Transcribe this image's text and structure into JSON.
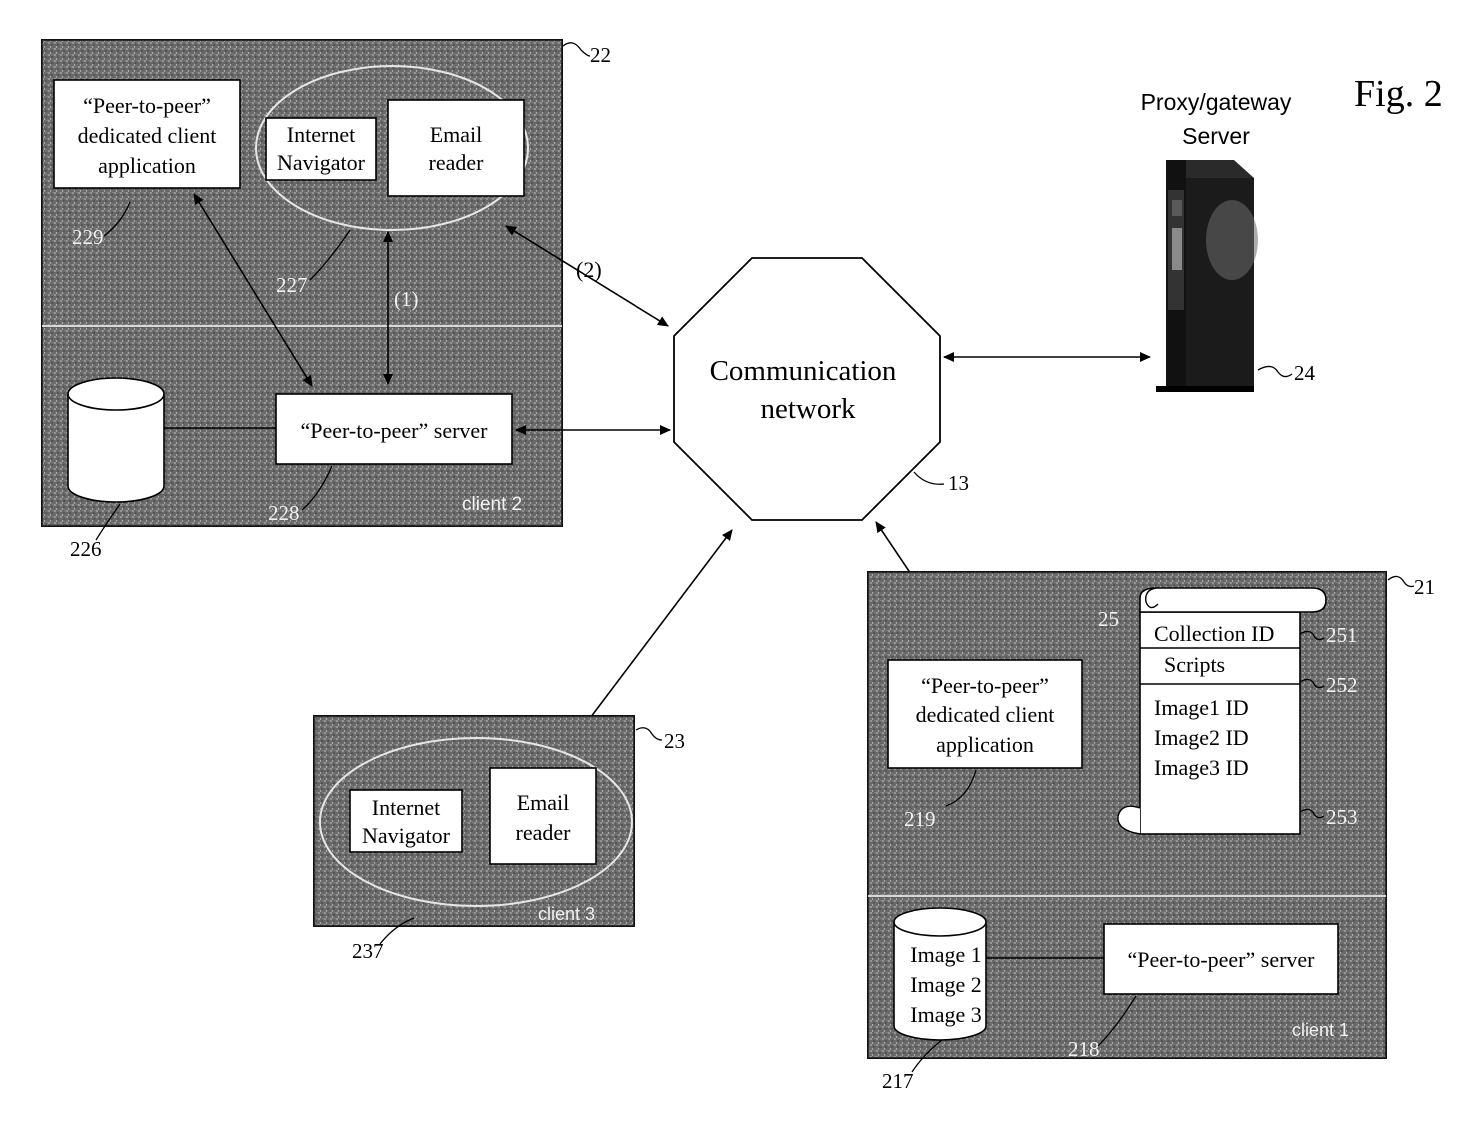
{
  "figure_label": "Fig. 2",
  "network": {
    "label_line1": "Communication",
    "label_line2": "network",
    "ref": "13"
  },
  "proxy": {
    "title_line1": "Proxy/gateway",
    "title_line2": "Server",
    "ref": "24"
  },
  "client2": {
    "ref": "22",
    "name": "client 2",
    "dedicated_app_lines": [
      "“Peer-to-peer”",
      "dedicated client",
      "application"
    ],
    "navigator_lines": [
      "Internet",
      "Navigator"
    ],
    "email_lines": [
      "Email",
      "reader"
    ],
    "p2p_server": "“Peer-to-peer” server",
    "arrow_1": "(1)",
    "arrow_2": "(2)",
    "ref_db": "226",
    "ref_app": "229",
    "ref_browser": "227",
    "ref_server": "228"
  },
  "client3": {
    "ref": "23",
    "name": "client 3",
    "navigator_lines": [
      "Internet",
      "Navigator"
    ],
    "email_lines": [
      "Email",
      "reader"
    ],
    "ref_browser": "237"
  },
  "client1": {
    "ref": "21",
    "name": "client 1",
    "dedicated_app_lines": [
      "“Peer-to-peer”",
      "dedicated client",
      "application"
    ],
    "p2p_server": "“Peer-to-peer” server",
    "scroll": {
      "collection_id": "Collection ID",
      "scripts": "Scripts",
      "images": [
        "Image1 ID",
        "Image2 ID",
        "Image3 ID"
      ],
      "ref": "25",
      "ref_collection": "251",
      "ref_scripts": "252",
      "ref_images": "253"
    },
    "db_items": [
      "Image 1",
      "Image 2",
      "Image 3"
    ],
    "ref_db": "217",
    "ref_app": "219",
    "ref_server": "218"
  }
}
